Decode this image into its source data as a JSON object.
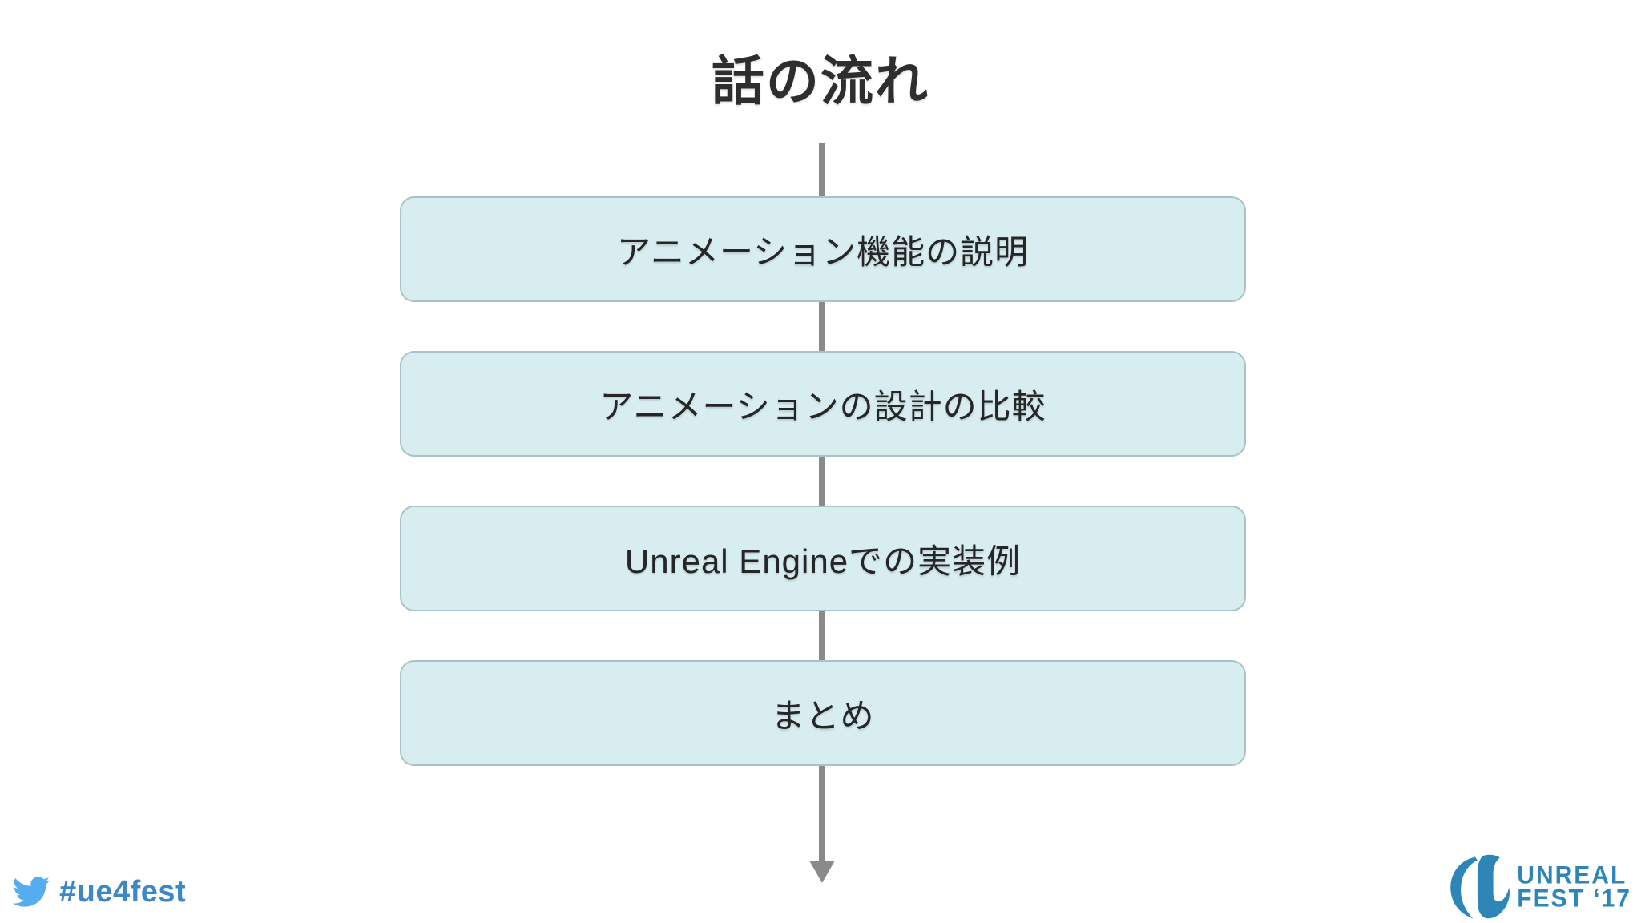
{
  "slide": {
    "title": "話の流れ",
    "background": "#ffffff"
  },
  "flow": {
    "direction": "top-to-bottom",
    "steps": [
      {
        "label": "アニメーション機能の説明"
      },
      {
        "label": "アニメーションの設計の比較"
      },
      {
        "label": "Unreal Engineでの実装例"
      },
      {
        "label": "まとめ"
      }
    ]
  },
  "footer": {
    "hashtag": "#ue4fest",
    "logo": {
      "line1": "UNREAL",
      "line2": "FEST ‘17"
    }
  },
  "colors": {
    "box_fill": "#d8edf0",
    "box_border": "#a6c3c8",
    "box_text": "#262626",
    "title_text": "#2e2e2e",
    "arrow_gray": "#8a8a8a",
    "twitter_bird_blue": "#55acee",
    "hashtag_blue": "#3d87c6",
    "unreal_logo_blue": "#2e86b8"
  },
  "icons": {
    "twitter": "twitter-bird-icon",
    "unreal_mark": "unreal-u-icon"
  }
}
